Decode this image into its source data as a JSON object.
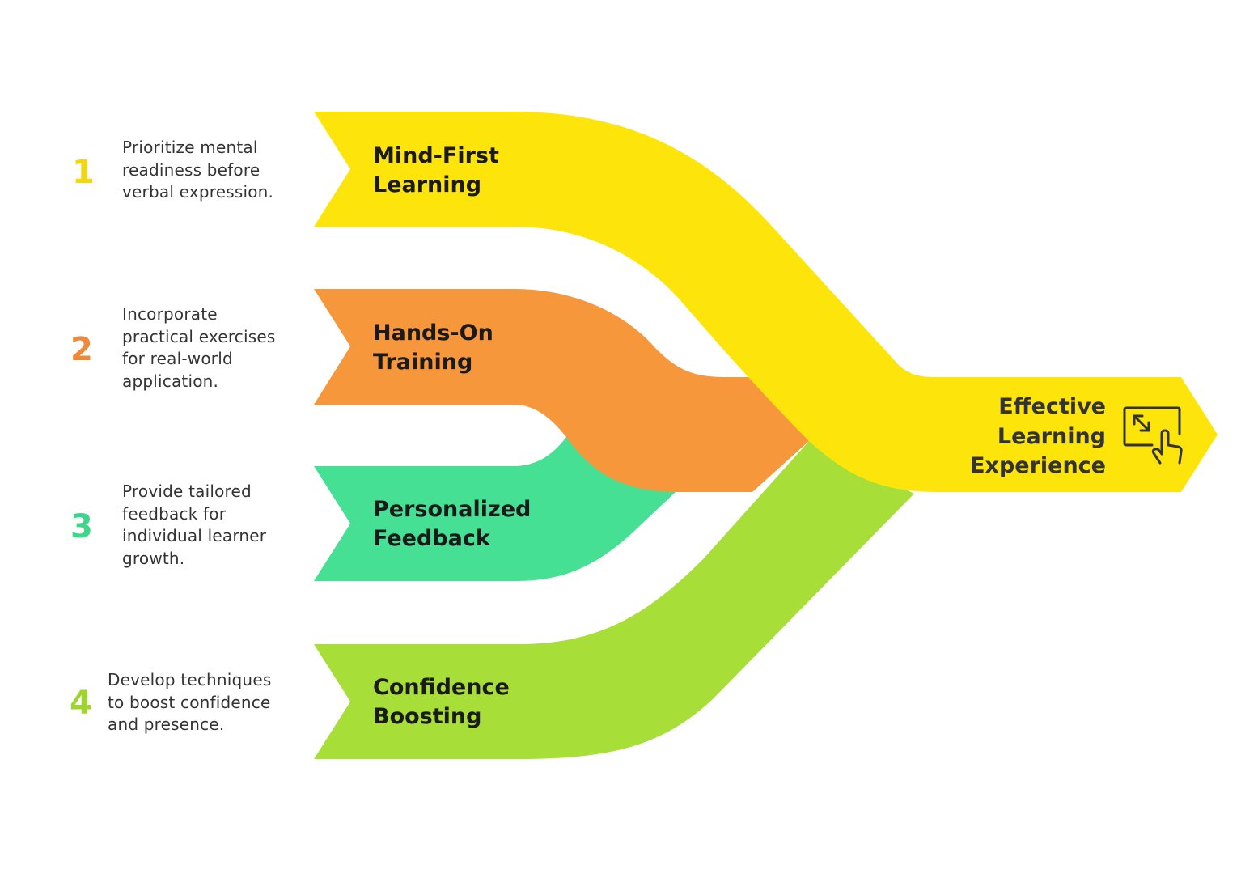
{
  "colors": {
    "step1": "#fde50c",
    "step2": "#f6973b",
    "step3": "#45e093",
    "step4": "#a7de38",
    "step1_num": "#f2d611",
    "step2_num": "#f0883a",
    "step3_num": "#3ed68a",
    "step4_num": "#9ed432"
  },
  "steps": [
    {
      "number": "1",
      "title_line1": "Mind-First",
      "title_line2": "Learning",
      "description": [
        "Prioritize mental",
        "readiness before",
        "verbal expression."
      ]
    },
    {
      "number": "2",
      "title_line1": "Hands-On",
      "title_line2": "Training",
      "description": [
        "Incorporate",
        "practical exercises",
        "for real-world",
        "application."
      ]
    },
    {
      "number": "3",
      "title_line1": "Personalized",
      "title_line2": "Feedback",
      "description": [
        "Provide tailored",
        "feedback for",
        "individual learner",
        "growth."
      ]
    },
    {
      "number": "4",
      "title_line1": "Confidence",
      "title_line2": "Boosting",
      "description": [
        "Develop techniques",
        "to boost confidence",
        "and presence."
      ]
    }
  ],
  "outcome": {
    "line1": "Effective",
    "line2": "Learning",
    "line3": "Experience",
    "icon": "touch-screen-resize-icon"
  }
}
